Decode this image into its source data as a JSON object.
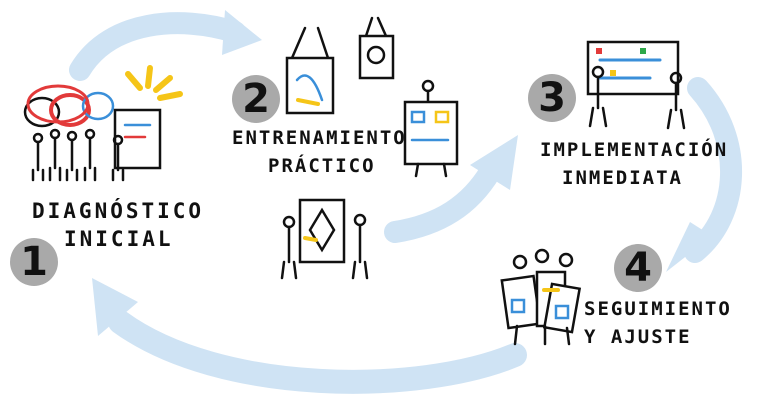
{
  "steps": [
    {
      "number": "1",
      "label_line1": "DIAGNÓSTICO",
      "label_line2": "INICIAL"
    },
    {
      "number": "2",
      "label_line1": "ENTRENAMIENTO",
      "label_line2": "PRÁCTICO"
    },
    {
      "number": "3",
      "label_line1": "IMPLEMENTACIÓN",
      "label_line2": "INMEDIATA"
    },
    {
      "number": "4",
      "label_line1": "SEGUIMIENTO",
      "label_line2": "Y AJUSTE"
    }
  ],
  "colors": {
    "arrow": "#cfe3f4",
    "number_circle": "#a9a9a9",
    "ink": "#111111",
    "accent_red": "#e23a3a",
    "accent_yellow": "#f5c518",
    "accent_blue": "#3a8fd9"
  }
}
